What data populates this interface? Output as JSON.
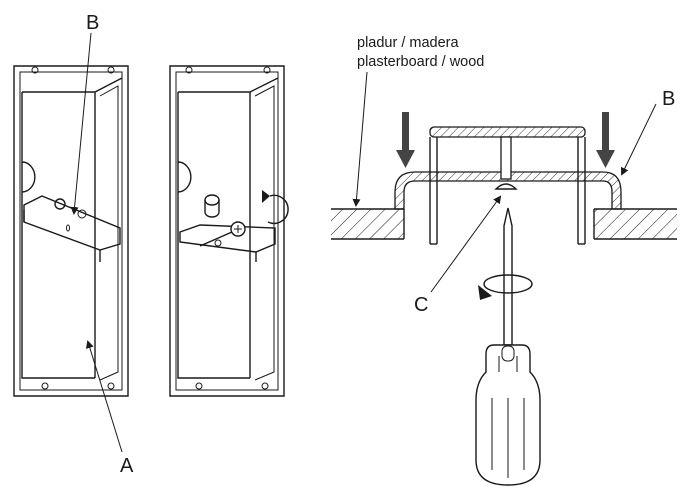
{
  "labels": {
    "b_left": "B",
    "a_left": "A",
    "material_line1": "pladur / madera",
    "material_line2": "plasterboard / wood",
    "b_right": "B",
    "c_right": "C"
  }
}
